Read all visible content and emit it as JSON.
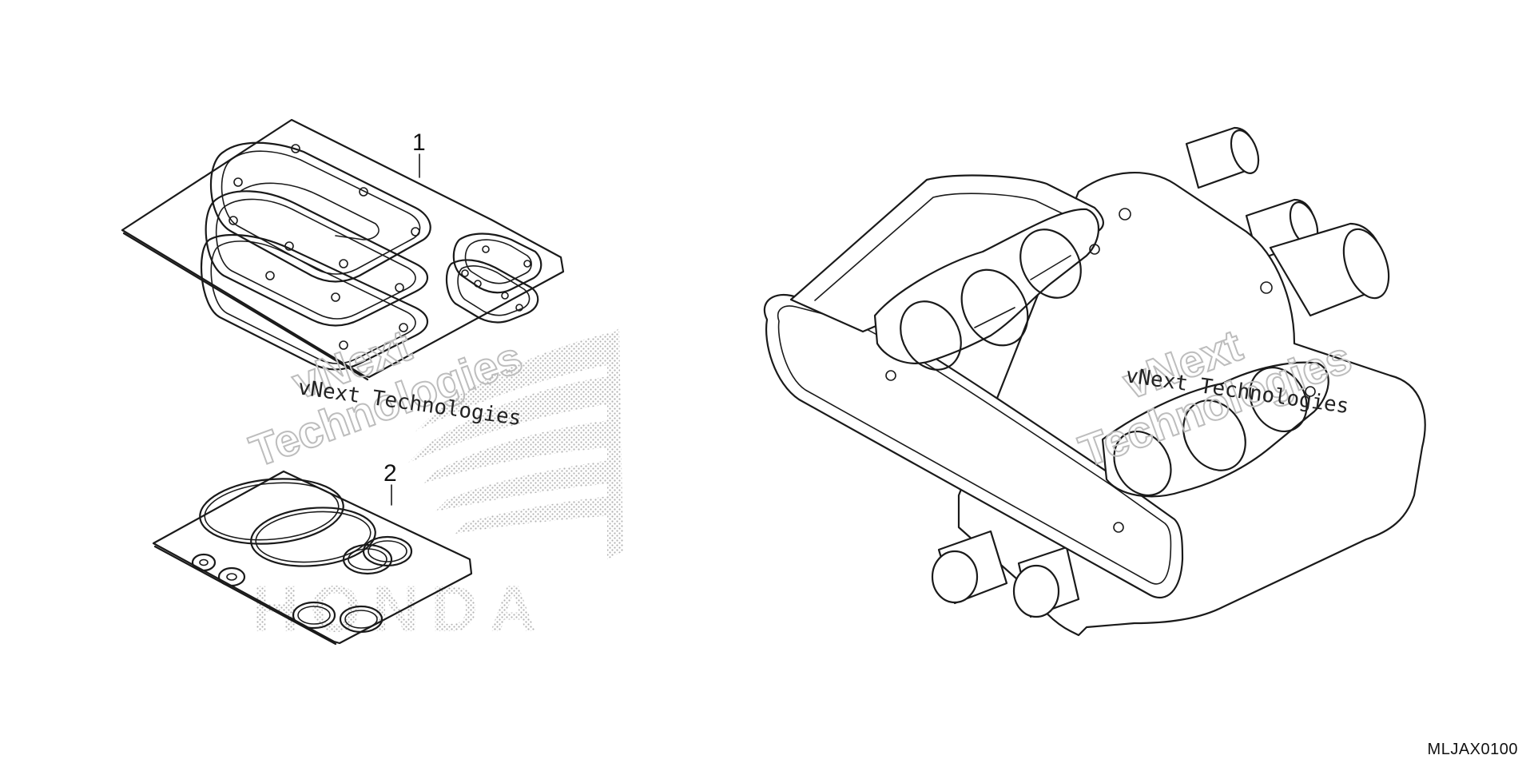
{
  "callouts": {
    "item1": "1",
    "item2": "2"
  },
  "watermark": {
    "line_text": "vNext Technologies",
    "big_word1": "vNext",
    "big_word2": "Technologies"
  },
  "logo": {
    "wordmark": "HONDA"
  },
  "reference_code": "MLJAX0100"
}
